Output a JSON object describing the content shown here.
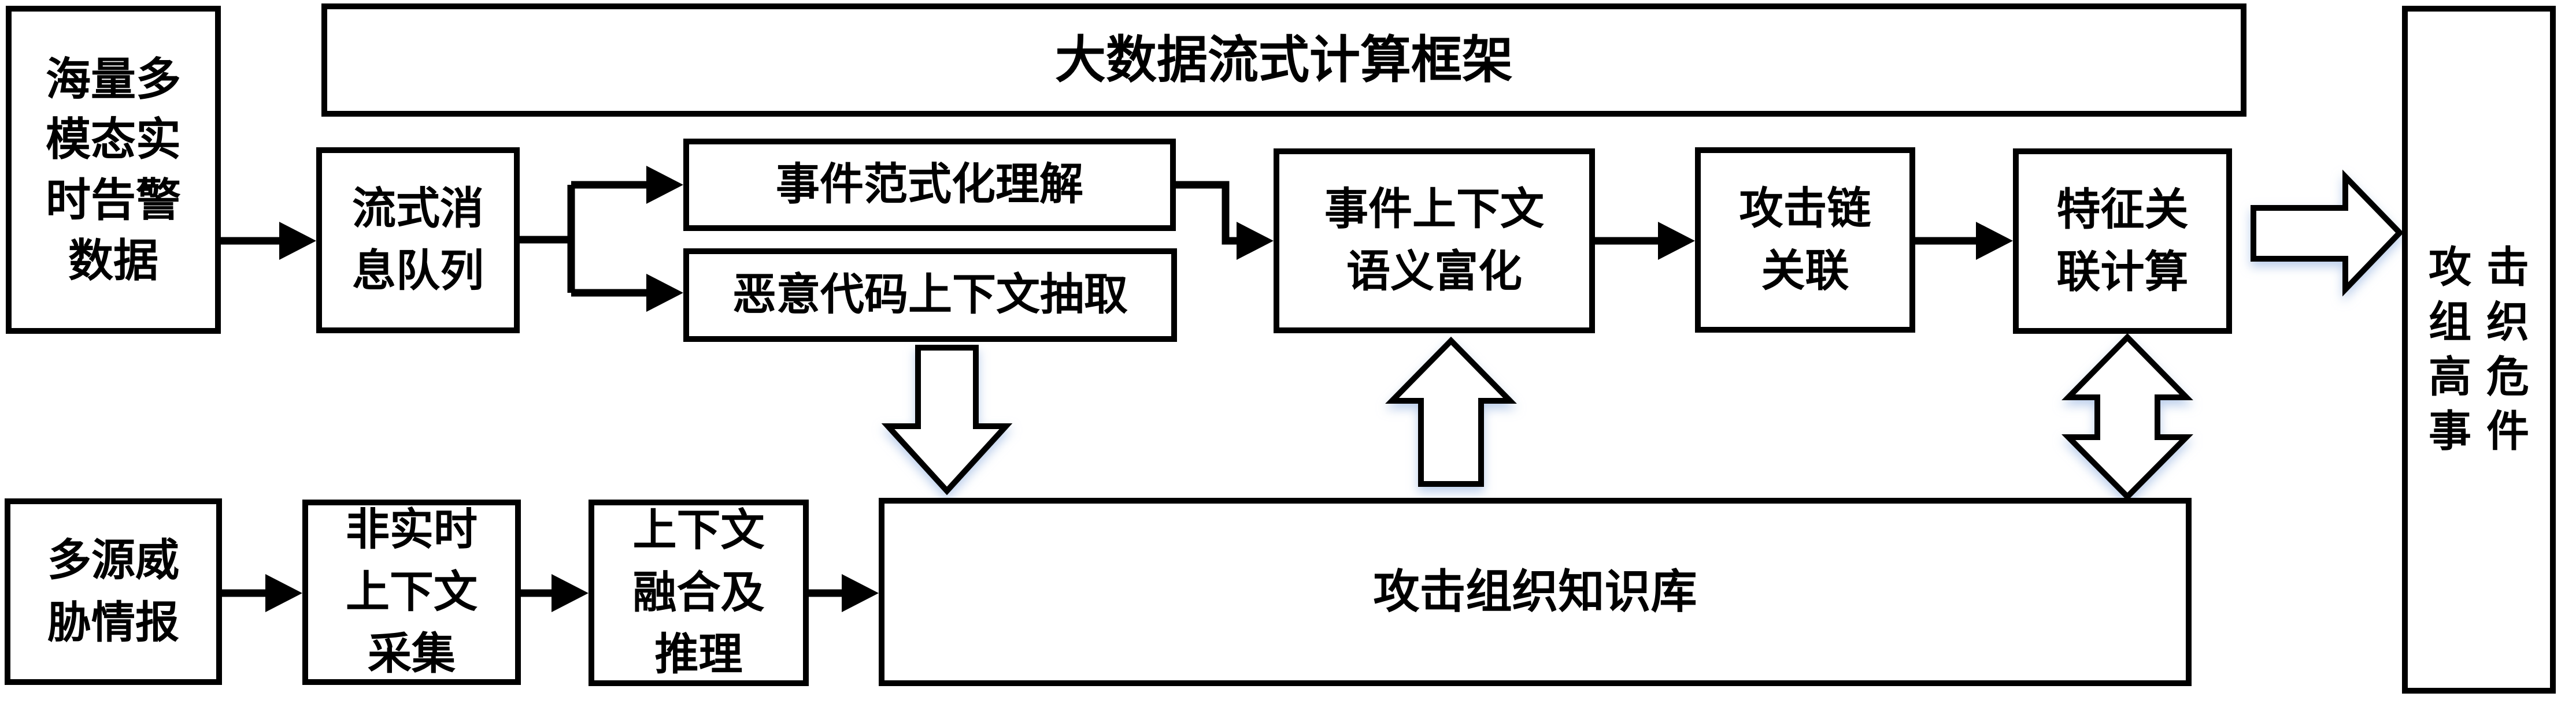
{
  "diagram": {
    "colors": {
      "line": "#000000",
      "box_fill": "#ffffff",
      "box_border": "#000000",
      "hollow_arrow_fill": "#ffffff",
      "hollow_arrow_glow": "#a9c5e8"
    },
    "nodes": {
      "alert_data": {
        "label": "海量多\n模态实\n时告警\n数据"
      },
      "framework": {
        "label": "大数据流式计算框架"
      },
      "msg_queue": {
        "label": "流式消\n息队列"
      },
      "event_norm": {
        "label": "事件范式化理解"
      },
      "malware_ctx": {
        "label": "恶意代码上下文抽取"
      },
      "semantic_enrich": {
        "label": "事件上下文\n语义富化"
      },
      "attack_chain": {
        "label": "攻击链\n关联"
      },
      "feature_calc": {
        "label": "特征关\n联计算"
      },
      "high_risk": {
        "label": "攻击\n组织\n高危\n事件"
      },
      "threat_intel": {
        "label": "多源威\n胁情报"
      },
      "nrt_collect": {
        "label": "非实时\n上下文\n采集"
      },
      "ctx_fusion": {
        "label": "上下文\n融合及\n推理"
      },
      "knowledge_base": {
        "label": "攻击组织知识库"
      }
    },
    "edges": [
      {
        "from": "alert_data",
        "to": "msg_queue",
        "style": "solid"
      },
      {
        "from": "msg_queue",
        "to": "event_norm",
        "style": "solid"
      },
      {
        "from": "msg_queue",
        "to": "malware_ctx",
        "style": "solid"
      },
      {
        "from": "event_norm",
        "to": "semantic_enrich",
        "style": "solid"
      },
      {
        "from": "semantic_enrich",
        "to": "attack_chain",
        "style": "solid"
      },
      {
        "from": "attack_chain",
        "to": "feature_calc",
        "style": "solid"
      },
      {
        "from": "feature_calc",
        "to": "high_risk",
        "style": "hollow"
      },
      {
        "from": "malware_ctx",
        "to": "knowledge_base",
        "style": "hollow"
      },
      {
        "from": "knowledge_base",
        "to": "semantic_enrich",
        "style": "hollow"
      },
      {
        "from": "feature_calc",
        "to": "knowledge_base",
        "style": "hollow-double"
      },
      {
        "from": "threat_intel",
        "to": "nrt_collect",
        "style": "solid"
      },
      {
        "from": "nrt_collect",
        "to": "ctx_fusion",
        "style": "solid"
      },
      {
        "from": "ctx_fusion",
        "to": "knowledge_base",
        "style": "solid"
      }
    ]
  }
}
